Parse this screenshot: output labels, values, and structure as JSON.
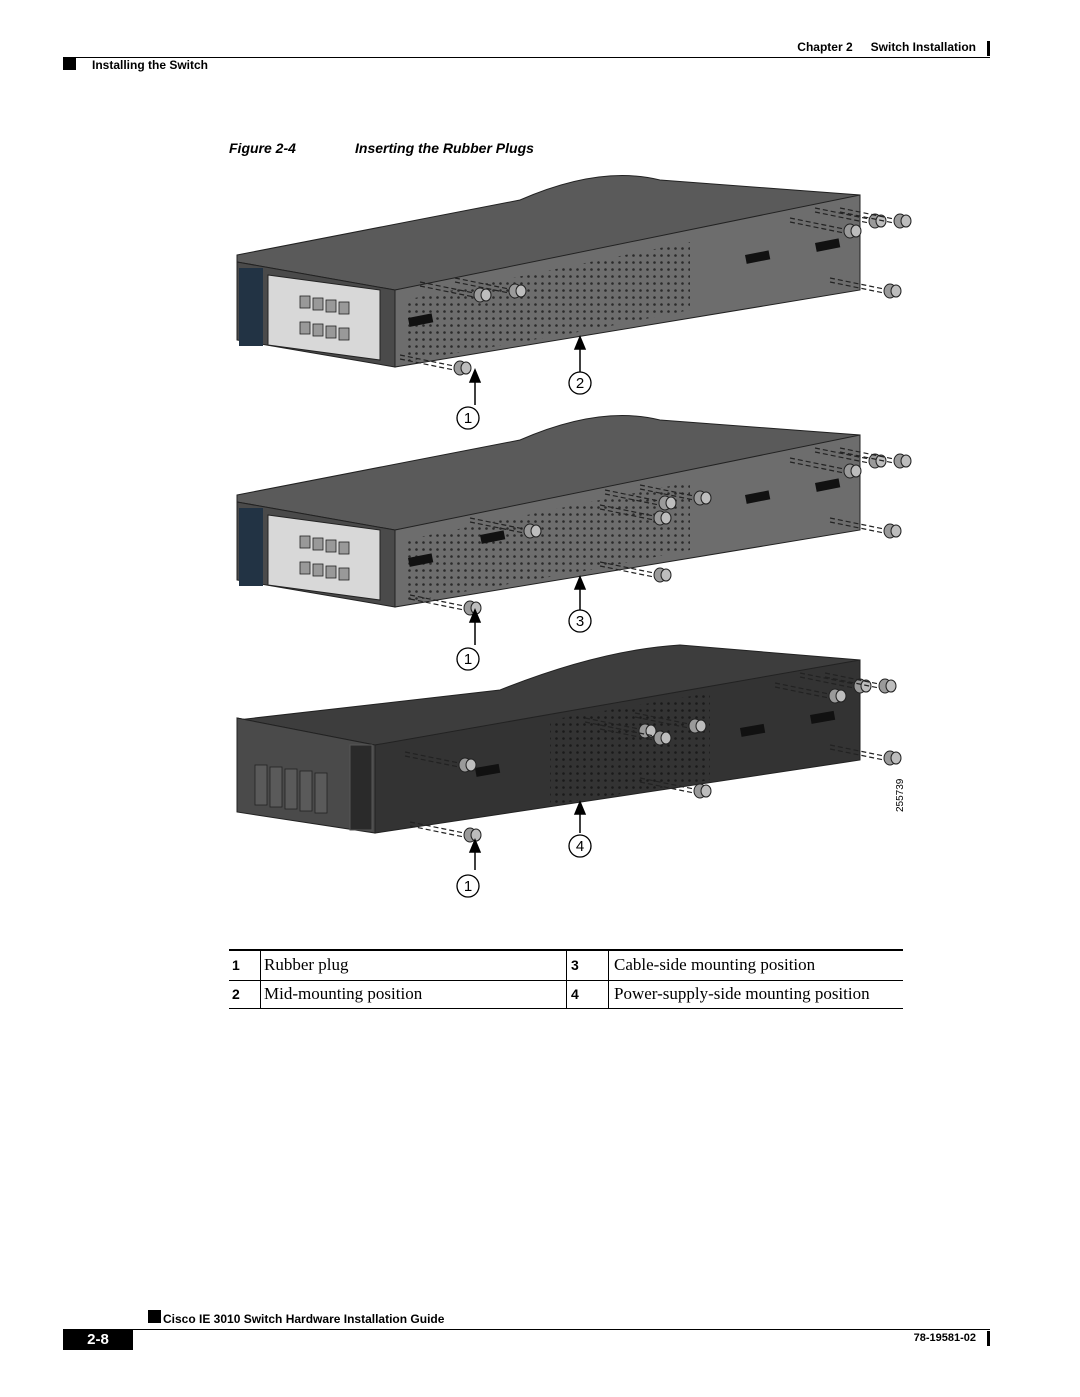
{
  "header": {
    "chapter": "Chapter 2",
    "chapter_title": "Switch Installation",
    "section": "Installing the Switch"
  },
  "figure": {
    "number": "Figure 2-4",
    "title": "Inserting the Rubber Plugs",
    "art_id": "255739",
    "callouts": [
      "1",
      "2",
      "1",
      "3",
      "1",
      "4"
    ]
  },
  "legend": {
    "rows": [
      {
        "left_num": "1",
        "left_text": "Rubber plug",
        "right_num": "3",
        "right_text": "Cable-side mounting position"
      },
      {
        "left_num": "2",
        "left_text": "Mid-mounting position",
        "right_num": "4",
        "right_text": "Power-supply-side mounting position"
      }
    ]
  },
  "footer": {
    "guide_title": "Cisco IE 3010 Switch Hardware Installation Guide",
    "page_number": "2-8",
    "doc_number": "78-19581-02"
  },
  "colors": {
    "switch_body_light": "#6d6d6d",
    "switch_body_top": "#4a4a4a",
    "switch_body_dark": "#333333",
    "terminal_block": "#d8d8d8",
    "plug_grey": "#9a9a9a"
  }
}
